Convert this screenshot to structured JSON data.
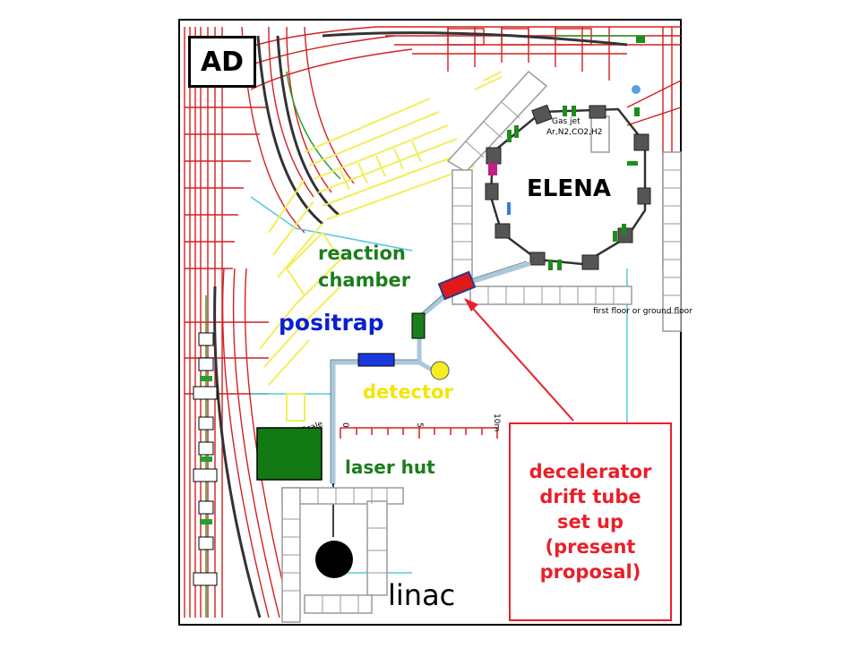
{
  "labels": {
    "ad": "AD",
    "elena": "ELENA",
    "reaction_chamber": "reaction\nchamber",
    "positrap": "positrap",
    "detector": "detector",
    "laser_hut": "laser hut",
    "linac": "linac",
    "decelerator": "decelerator\ndrift tube\nset up\n(present\nproposal)"
  },
  "small_text": {
    "gas_label": "Gas jet",
    "gas_species": "Ar,N2,CO2,H2",
    "scale_word": "Scale",
    "scale_0": "0",
    "scale_5": "5",
    "scale_10": "10m",
    "floor_note": "first floor or ground floor"
  },
  "colors": {
    "frame": "#000000",
    "red_lines": "#d42020",
    "yellow_blocks": "#f2ee5a",
    "gray_blocks": "#c8c8c8",
    "beamline": "#aac8d8",
    "green": "#1c7d1c",
    "blue": "#0a1fd0",
    "red_box": "#e8202a",
    "yellow_detector": "#f2e600"
  }
}
